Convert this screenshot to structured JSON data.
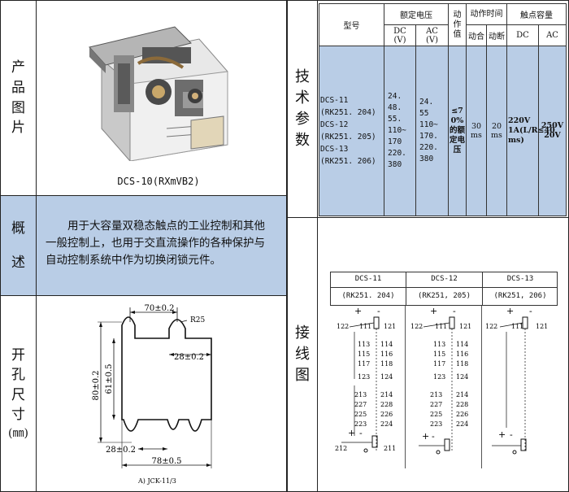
{
  "left": {
    "image_label": [
      "产",
      "品",
      "图",
      "片"
    ],
    "model_caption": "DCS-10(RXmVB2)",
    "overview_label": [
      "概",
      "述"
    ],
    "overview_text": "用于大容量双稳态触点的工业控制和其他一般控制上，也用于交直流操作的各种保护与自动控制系统中作为切换闭锁元件。",
    "cutout_label": [
      "开",
      "孔",
      "尺",
      "寸"
    ],
    "cutout_unit": "(㎜)",
    "dims": {
      "top_width": "70±0.2",
      "radius": "R25",
      "inner_width": "28±0.2",
      "height_outer": "80±0.2",
      "height_inner": "61±0.5",
      "bottom_inner": "28±0.2",
      "bottom_width": "78±0.5",
      "caption": "A) JCK-11/3"
    }
  },
  "right": {
    "tech_label": [
      "技",
      "术",
      "参",
      "数"
    ],
    "wiring_label": [
      "接",
      "线",
      "图"
    ],
    "table": {
      "col_model": "型号",
      "col_voltage": "额定电压",
      "col_dc": "DC",
      "col_dc_unit": "(V)",
      "col_ac": "AC",
      "col_ac_unit": "(V)",
      "col_action": "动作值",
      "col_time": "动作时间",
      "col_time_on": "动合",
      "col_time_off": "动断",
      "col_capacity": "触点容量",
      "col_cap_dc": "DC",
      "col_cap_ac": "AC",
      "models": [
        "DCS-11",
        "(RK251. 204)",
        "DCS-12",
        "(RK251. 205)",
        "DCS-13",
        "(RK251. 206)"
      ],
      "dc_values": [
        "24.",
        "48.",
        "55.",
        "110~",
        "170",
        "220.",
        "380"
      ],
      "ac_values": [
        "24.",
        "55",
        "110~",
        "170.",
        "220.",
        "380"
      ],
      "action_value": "≤70%的额定电压",
      "time_on": "30 ms",
      "time_off": "20 ms",
      "cap_dc": "220V 1A(L/R≤40 ms)",
      "cap_ac": "250V 20V"
    },
    "wiring": [
      {
        "model": "DCS-11",
        "code": "(RK251. 204)"
      },
      {
        "model": "DCS-12",
        "code": "(RK251, 205)"
      },
      {
        "model": "DCS-13",
        "code": "(RK251, 206)"
      }
    ],
    "terminals": {
      "t122": "122",
      "t111": "111",
      "t121": "121",
      "t113": "113",
      "t114": "114",
      "t115": "115",
      "t116": "116",
      "t117": "117",
      "t118": "118",
      "t123": "123",
      "t124": "124",
      "t213": "213",
      "t214": "214",
      "t227": "227",
      "t228": "228",
      "t225": "225",
      "t226": "226",
      "t223": "223",
      "t224": "224",
      "t212": "212",
      "t211": "211",
      "plus": "+",
      "minus": "-"
    }
  }
}
